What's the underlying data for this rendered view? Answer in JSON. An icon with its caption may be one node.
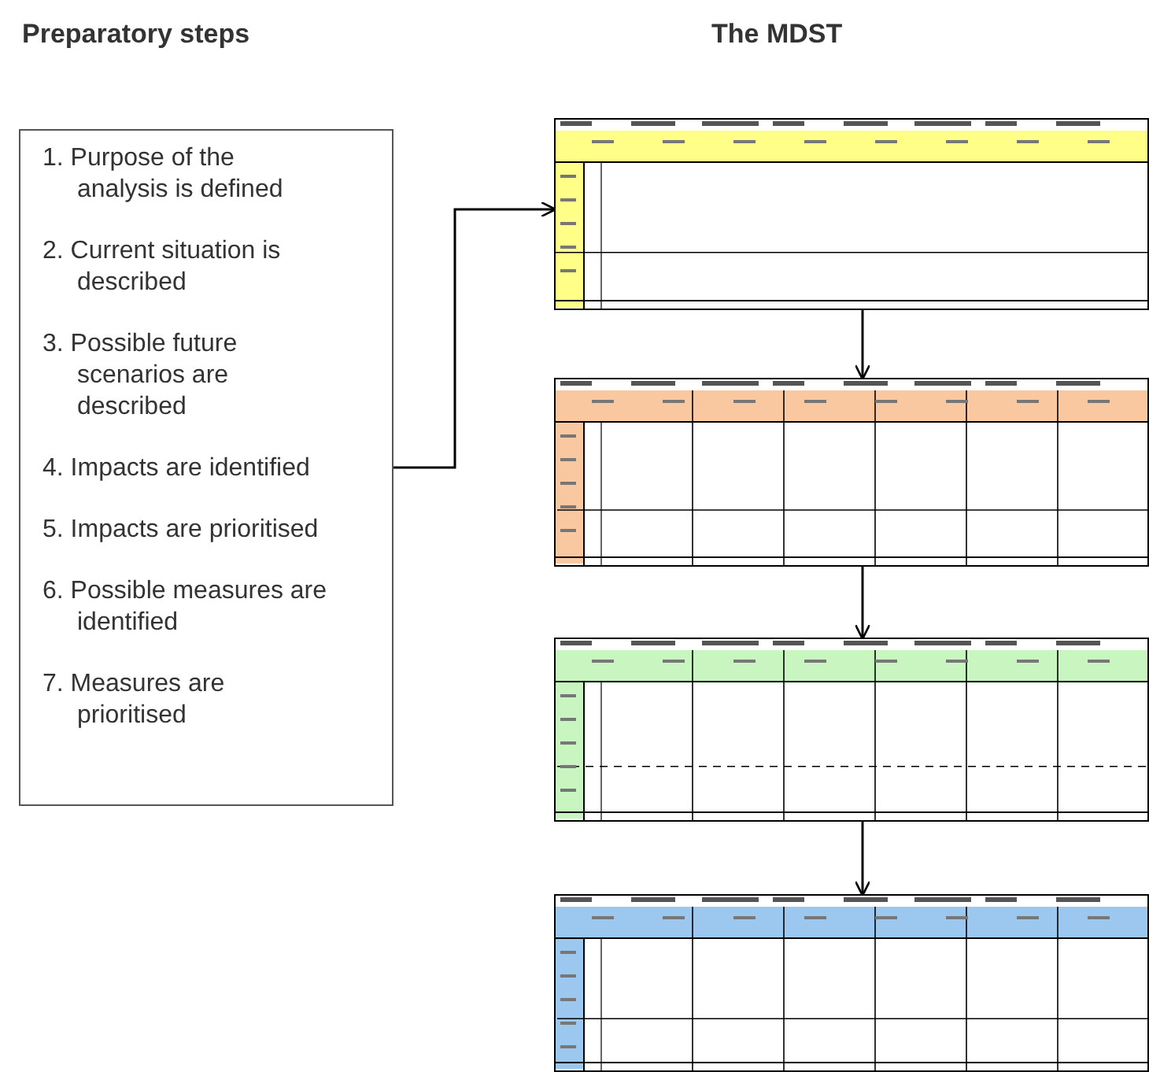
{
  "diagram": {
    "nodes": [
      {
        "text": [
          "1. Purpose of the analysis is defined",
          "2. Current situation is described",
          "3. Possible future scenarios are described",
          "4. Impacts are identified",
          "5. Impacts are prioritised",
          "6. Possible measures are identified",
          "7. Measures are prioritised"
        ]
      },
      {
        "text": [],
        "shape": "picture"
      },
      {
        "text": [],
        "shape": "picture"
      },
      {
        "text": [],
        "shape": "picture"
      },
      {
        "text": [],
        "shape": "picture"
      }
    ],
    "edges": [
      {
        "from": 0,
        "to": 1,
        "arrow": "to"
      },
      {
        "from": 1,
        "to": 2,
        "arrow": "to"
      },
      {
        "from": 2,
        "to": 3,
        "arrow": "to"
      },
      {
        "from": 3,
        "to": 4,
        "arrow": "to"
      }
    ],
    "labels": [
      "Preparatory steps",
      "The MDST"
    ]
  }
}
